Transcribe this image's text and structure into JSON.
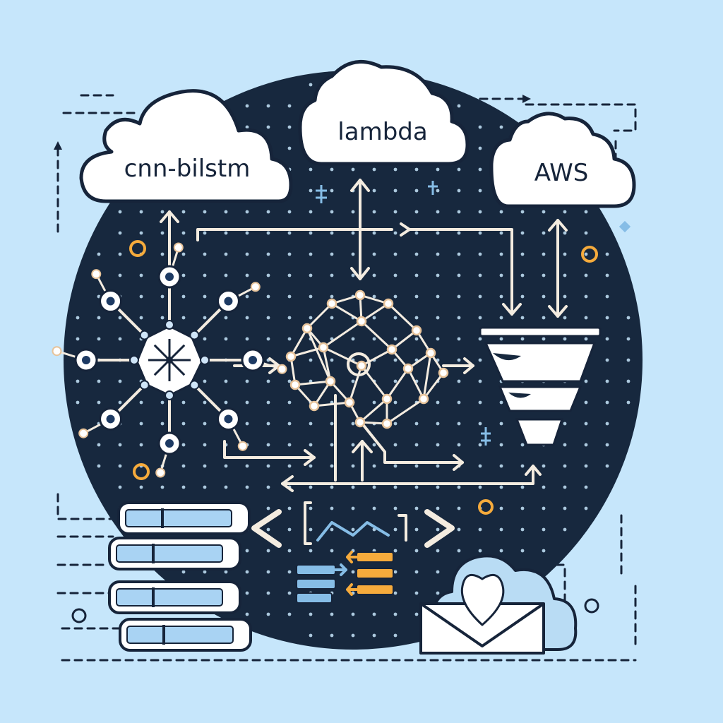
{
  "colors": {
    "background": "#c6e6fb",
    "disc": "#17283e",
    "cloud_fill": "#ffffff",
    "outline": "#16243a",
    "arrow": "#f4ece0",
    "accent_orange": "#f6ab3c",
    "accent_blue": "#86bde6",
    "node_outline": "#e7c39a"
  },
  "diagram": {
    "clouds": [
      {
        "label": "cnn-bilstm"
      },
      {
        "label": "lambda"
      },
      {
        "label": "AWS"
      }
    ],
    "icons": [
      "hub-network-icon",
      "neural-network-icon",
      "funnel-icon",
      "server-stack-icon",
      "code-brackets-icon",
      "transfer-arrows-icon",
      "cloud-mail-icon"
    ]
  }
}
